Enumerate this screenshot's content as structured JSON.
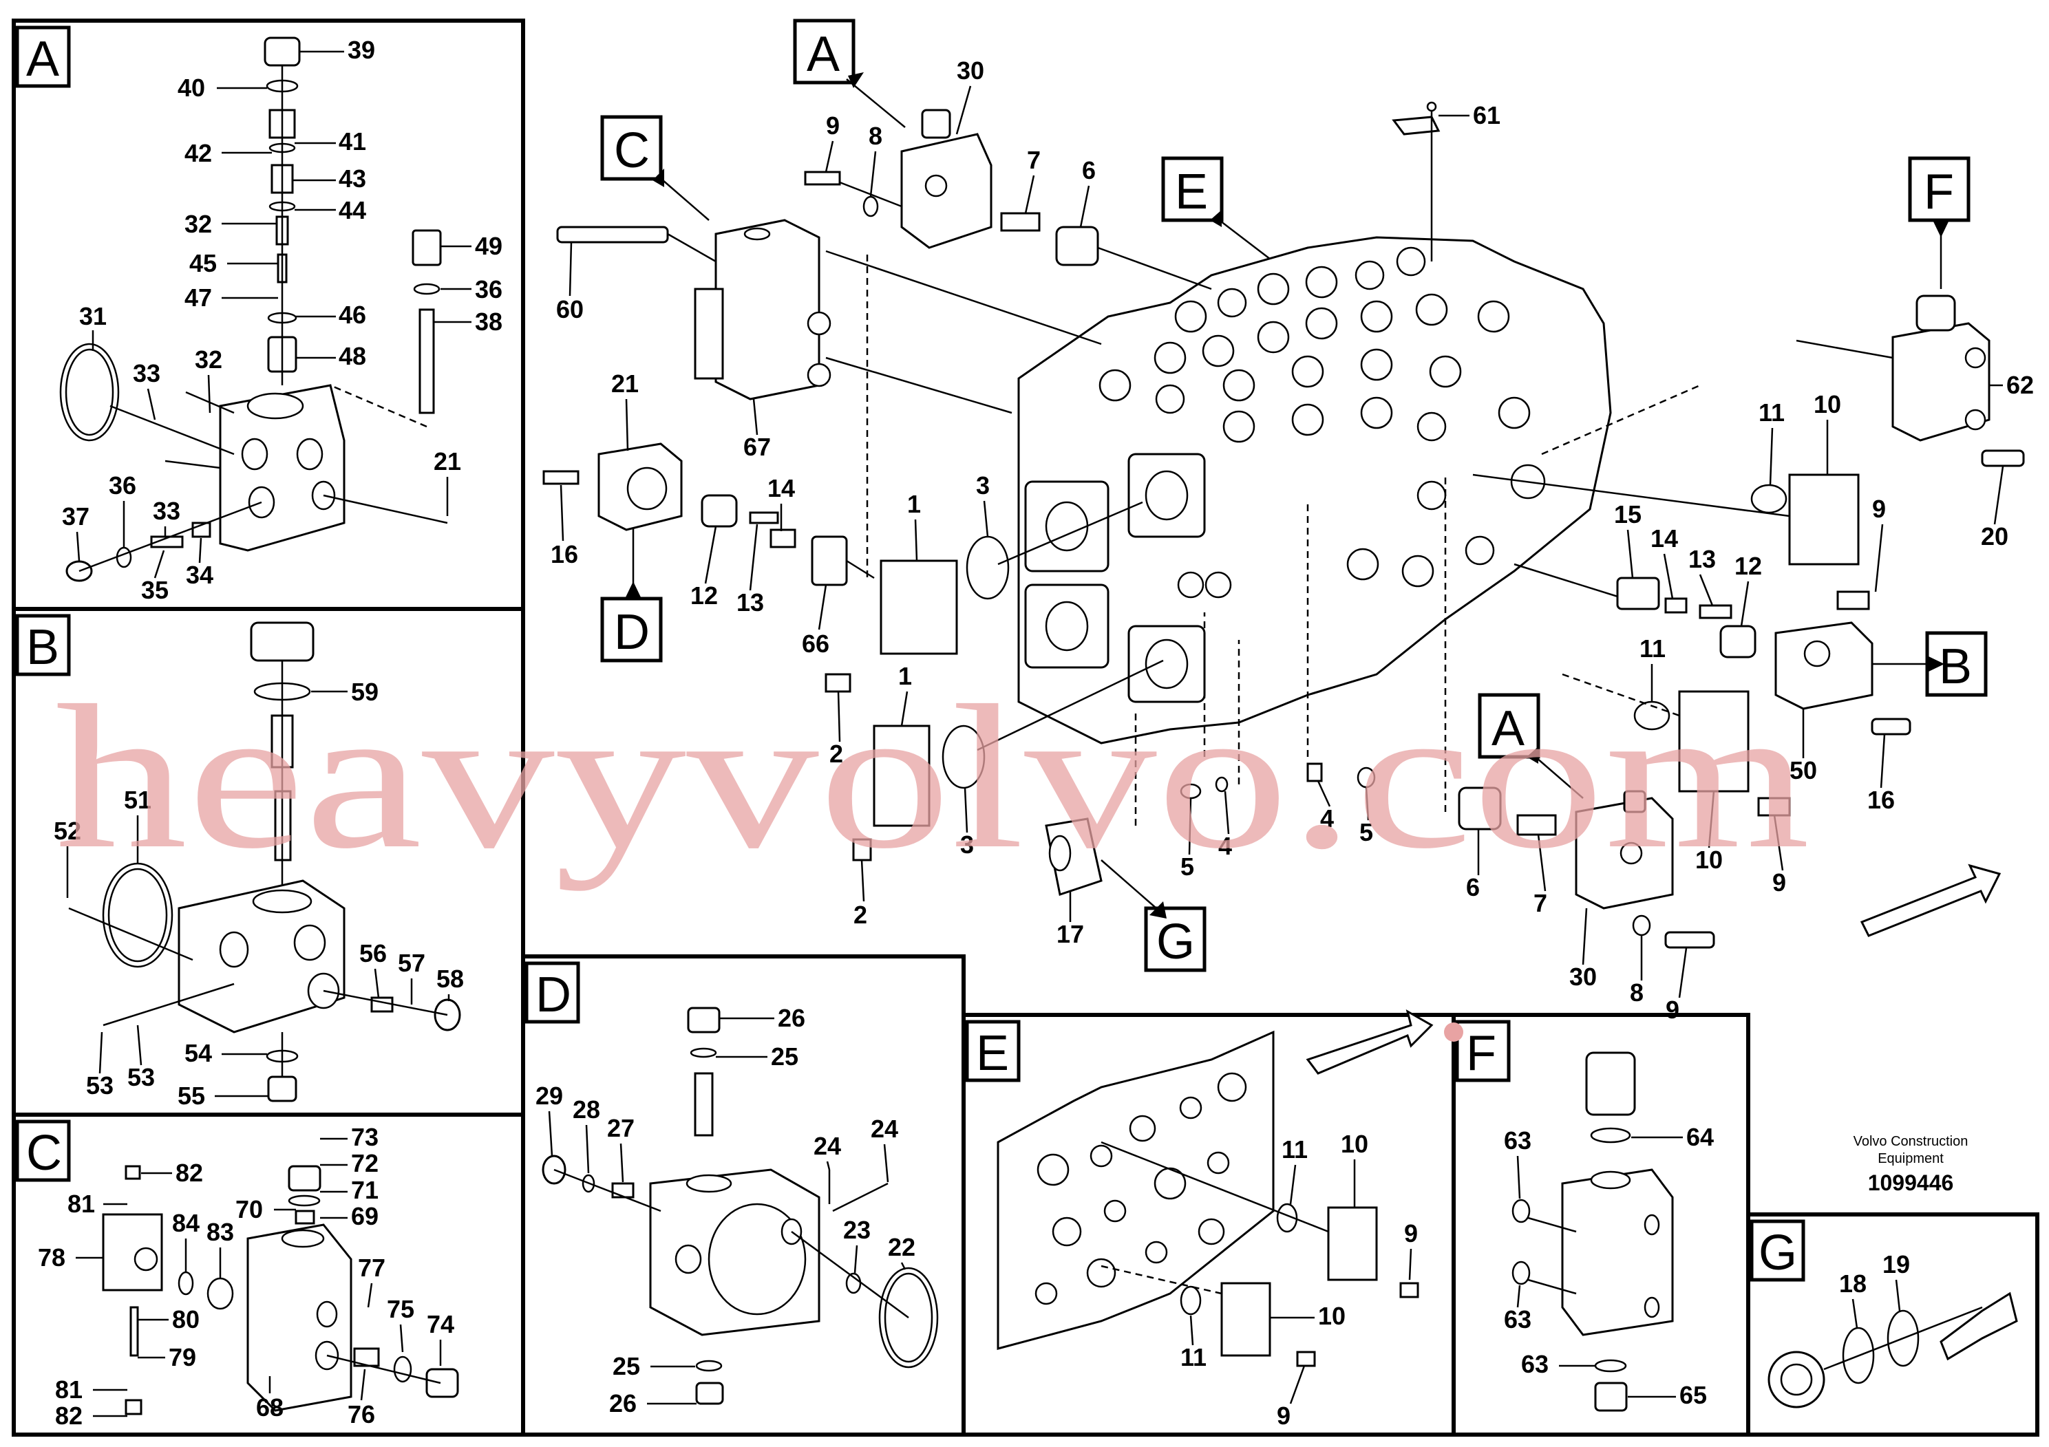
{
  "watermark": "heavyvolvo.com",
  "caption": {
    "brand_line1": "Volvo Construction",
    "brand_line2": "Equipment",
    "number": "1099446"
  },
  "panel_tags": {
    "A": "A",
    "B": "B",
    "C": "C",
    "D": "D",
    "E": "E",
    "F": "F",
    "G": "G"
  },
  "panel_A_labels": [
    "39",
    "40",
    "41",
    "42",
    "43",
    "32",
    "44",
    "45",
    "47",
    "46",
    "48",
    "49",
    "36",
    "38",
    "31",
    "33",
    "32",
    "21",
    "37",
    "36",
    "33",
    "35",
    "34"
  ],
  "panel_B_labels": [
    "59",
    "51",
    "52",
    "56",
    "57",
    "58",
    "54",
    "53",
    "53",
    "55"
  ],
  "panel_C_labels": [
    "73",
    "72",
    "71",
    "70",
    "69",
    "82",
    "81",
    "84",
    "83",
    "78",
    "80",
    "79",
    "81",
    "82",
    "77",
    "75",
    "74",
    "68",
    "76"
  ],
  "panel_D_labels": [
    "26",
    "25",
    "29",
    "28",
    "27",
    "24",
    "24",
    "23",
    "22",
    "25",
    "26"
  ],
  "panel_E_labels": [
    "11",
    "10",
    "9",
    "11",
    "10",
    "9"
  ],
  "panel_F_labels": [
    "64",
    "63",
    "63",
    "63",
    "65"
  ],
  "panel_G_labels": [
    "18",
    "19"
  ],
  "main_labels": [
    "30",
    "9",
    "8",
    "7",
    "6",
    "61",
    "60",
    "67",
    "21",
    "16",
    "12",
    "13",
    "14",
    "66",
    "1",
    "3",
    "2",
    "1",
    "3",
    "2",
    "11",
    "10",
    "9",
    "15",
    "14",
    "13",
    "12",
    "11",
    "50",
    "16",
    "10",
    "9",
    "62",
    "20",
    "17",
    "5",
    "4",
    "4",
    "5",
    "6",
    "7",
    "30",
    "8",
    "9"
  ]
}
